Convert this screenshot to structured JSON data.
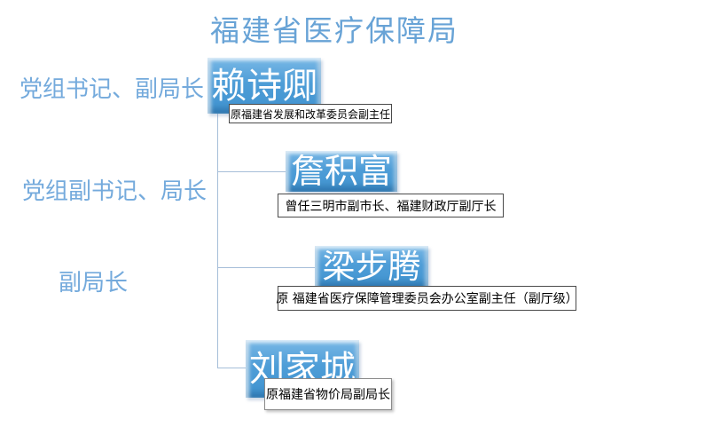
{
  "page": {
    "title": "福建省医疗保障局"
  },
  "role_labels": [
    {
      "text": "党组书记、副局长"
    },
    {
      "text": "党组副书记、局长"
    },
    {
      "text": "副局长"
    }
  ],
  "nodes": [
    {
      "name": "赖诗卿",
      "desc": "原福建省发展和改革委员会副主任"
    },
    {
      "name": "詹积富",
      "desc": "曾任三明市副市长、福建财政厅副厅长"
    },
    {
      "name": "梁步腾",
      "desc": "原 福建省医疗保障管理委员会办公室副主任（副厅级）"
    },
    {
      "name": "刘家城",
      "desc": "原福建省物价局副局长"
    }
  ],
  "colors": {
    "title_blue": "#68A3D6",
    "label_blue": "#74AADC",
    "box_fill_blue": "#4E9DD7",
    "connector_blue": "#A6BED9",
    "name_text": "#FFFFFF",
    "desc_text": "#000000"
  }
}
